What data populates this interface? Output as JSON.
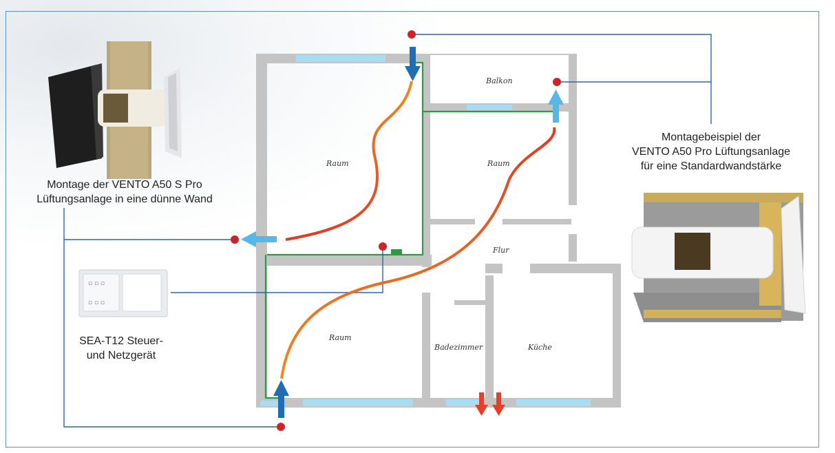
{
  "captions": {
    "left_device_line1": "Montage der VENTO A50 S Pro",
    "left_device_line2": "Lüftungsanlage in eine dünne Wand",
    "right_device_line1": "Montagebeispiel der",
    "right_device_line2": "VENTO A50 Pro Lüftungsanlage",
    "right_device_line3": "für eine Standardwandstärke",
    "controller_line1": "SEA-T12 Steuer-",
    "controller_line2": "und Netzgerät"
  },
  "rooms": {
    "raum_top_left": "Raum",
    "balkon": "Balkon",
    "raum_top_right": "Raum",
    "flur": "Flur",
    "raum_bottom_left": "Raum",
    "badezimmer": "Badezimmer",
    "kueche": "Küche"
  },
  "colors": {
    "frame": "#5b8fc7",
    "wall": "#c4c4c4",
    "window": "#a9dcf3",
    "connection_line": "#2e62ac",
    "control_wire": "#2f9a46",
    "sensor_dot": "#cc2529",
    "arrow_dark_blue": "#1f6db3",
    "arrow_light_blue": "#56b8e6",
    "arrow_red": "#e6402b",
    "airflow_orange": "#f28a1d",
    "airflow_red": "#e03a25"
  },
  "icons": {
    "intake_arrow": "arrow-down-icon",
    "exhaust_arrow": "arrow-up-icon",
    "outlet_arrow": "arrow-left-icon",
    "sensor": "dot-icon"
  }
}
